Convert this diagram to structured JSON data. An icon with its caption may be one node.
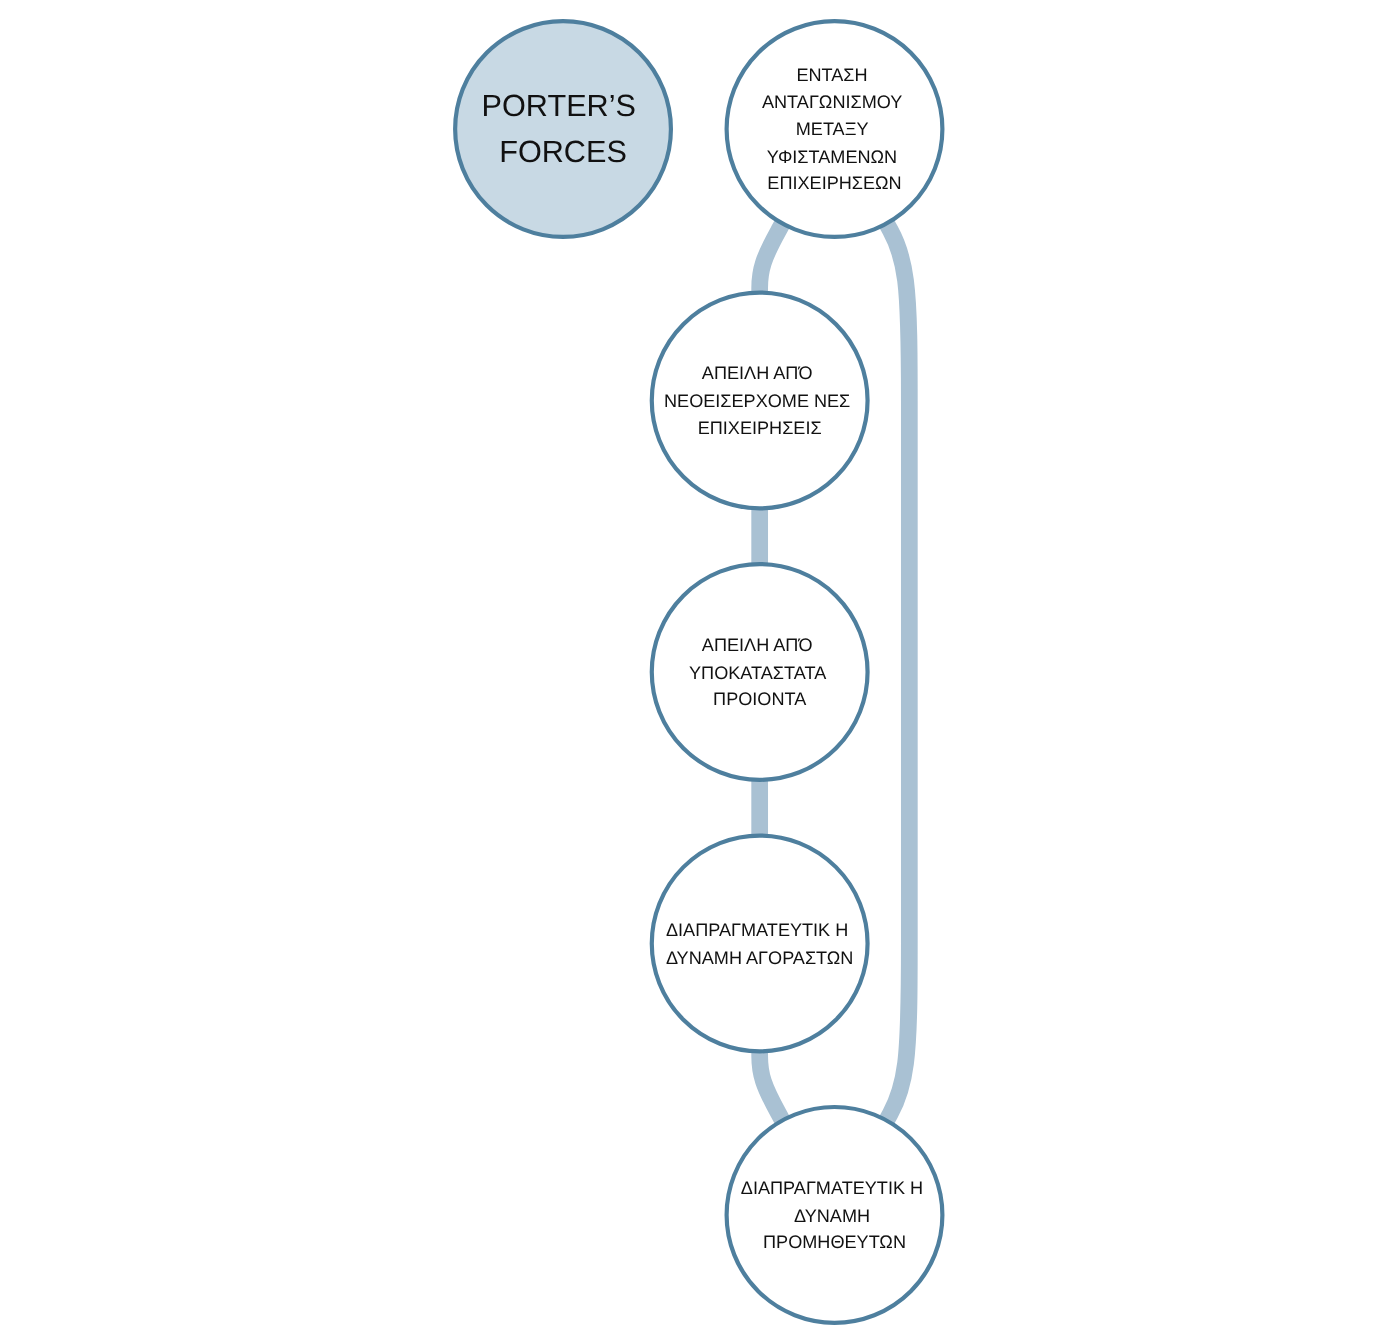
{
  "diagram": {
    "nodes": [
      {
        "text": [
          "PORTER’S FORCES"
        ]
      },
      {
        "text": [
          "ΕΝΤΑΣΗ ΑΝΤΑΓΩΝΙΣΜΟΥ ΜΕΤΑΞΥ ΥΦΙΣΤΑΜΕΝΩΝ ΕΠΙΧΕΙΡΗΣΕΩΝ"
        ]
      },
      {
        "text": [
          "ΑΠΕΙΛΗ ΑΠΌ ΝΕΟΕΙΣΕΡΧΟΜΕ ΝΕΣ ΕΠΙΧΕΙΡΗΣΕΙΣ"
        ]
      },
      {
        "text": [
          "ΑΠΕΙΛΗ ΑΠΌ ΥΠΟΚΑΤΑΣΤΑΤΑ ΠΡΟΙΟΝΤΑ"
        ]
      },
      {
        "text": [
          "ΔΙΑΠΡΑΓΜΑΤΕΥΤΙΚ Η ΔΥΝΑΜΗ ΑΓΟΡΑΣΤΩΝ"
        ]
      },
      {
        "text": [
          "ΔΙΑΠΡΑΓΜΑΤΕΥΤΙΚ Η ΔΥΝΑΜΗ ΠΡΟΜΗΘΕΥΤΩΝ"
        ]
      }
    ],
    "edges": [
      {
        "from": 1,
        "to": 2,
        "arrow": "none"
      },
      {
        "from": 2,
        "to": 3,
        "arrow": "none"
      },
      {
        "from": 3,
        "to": 4,
        "arrow": "none"
      },
      {
        "from": 4,
        "to": 5,
        "arrow": "none"
      },
      {
        "from": 5,
        "to": 1,
        "arrow": "none"
      }
    ]
  }
}
